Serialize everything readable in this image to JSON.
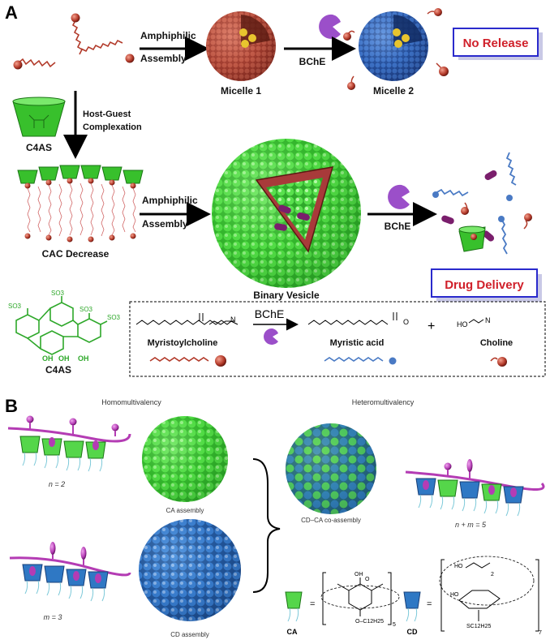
{
  "panel_a": {
    "letter": "A",
    "arrow_amphiphilic_1_line1": "Amphiphilic",
    "arrow_amphiphilic_1_line2": "Assembly",
    "micelle1": "Micelle 1",
    "enzyme_1": "BChE",
    "micelle2": "Micelle 2",
    "no_release": "No Release",
    "host_guest_line1": "Host-Guest",
    "host_guest_line2": "Complexation",
    "c4as_cup": "C4AS",
    "cac_decrease": "CAC Decrease",
    "arrow_amphiphilic_2_line1": "Amphiphilic",
    "arrow_amphiphilic_2_line2": "Assembly",
    "binary_vesicle": "Binary Vesicle",
    "enzyme_2": "BChE",
    "drug_delivery": "Drug Delivery",
    "c4as_structure": "C4AS",
    "reaction_enzyme": "BChE",
    "myristoylcholine": "Myristoylcholine",
    "myristic_acid": "Myristic acid",
    "plus": "+",
    "choline": "Choline",
    "so3_a": "SO3",
    "so3_b": "SO3",
    "so3_c": "SO3",
    "so3_d": "SO3",
    "oh_a": "OH",
    "oh_b": "OH",
    "oh_c": "OH",
    "ho_choline": "HO"
  },
  "panel_b": {
    "letter": "B",
    "homomultivalency": "Homomultivalency",
    "heteromultivalency": "Heteromultivalency",
    "n_eq": "n = 2",
    "m_eq": "m = 3",
    "ca_assembly": "CA assembly",
    "cd_assembly": "CD assembly",
    "cdca_coassembly": "CD–CA co-assembly",
    "nm_eq": "n + m = 5",
    "ca_label": "CA",
    "cd_label": "CD",
    "eq1": "=",
    "eq2": "=",
    "oh_ca": "OH",
    "o_ca": "O",
    "oc12": "O–C12H25",
    "sub5": "5",
    "ho_cd": "HO",
    "ho_cd2": "HO",
    "sub2": "2",
    "sc12": "SC12H25",
    "sub7": "7"
  },
  "colors": {
    "green": "#3fcf3a",
    "blue": "#2f78c4",
    "red_sphere": "#b24a3a",
    "magenta": "#b43cb4",
    "purple_enzyme": "#9b4fc9",
    "no_release_red": "#d0202a"
  }
}
